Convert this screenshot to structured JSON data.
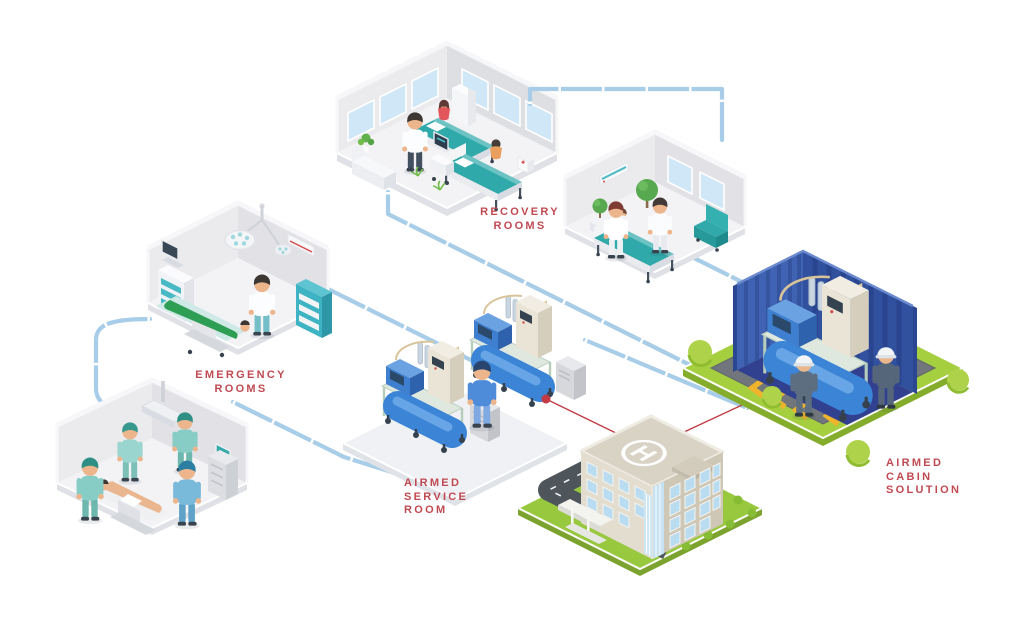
{
  "labels": {
    "recovery_rooms": {
      "lines": [
        "RECOVERY",
        "ROOMS"
      ]
    },
    "emergency_rooms": {
      "lines": [
        "EMERGENCY",
        "ROOMS"
      ]
    },
    "airmed_service_room": {
      "lines": [
        "AIRMED",
        "SERVICE",
        "ROOM"
      ]
    },
    "airmed_cabin_solution": {
      "lines": [
        "AIRMED",
        "CABIN",
        "SOLUTION"
      ]
    }
  },
  "helipad_letter": "H",
  "colors": {
    "background": "#ffffff",
    "label_red": "#c04a52",
    "pipe_blue": "#a8cde8",
    "link_red": "#c13a44",
    "teal_bed": "#2fa9a9",
    "container_blue": "#3f62b2",
    "platform_green": "#a6cf3f",
    "lawn_green": "#97c83e",
    "road_gray": "#4e565c",
    "hazard_yellow": "#f0b42c",
    "machine_blue": "#3e86d6",
    "building_beige": "#ddd6c7",
    "wall_gray": "#ebebee",
    "window_blue": "#cfe7f6"
  },
  "scene": {
    "zones": [
      {
        "id": "recovery-rooms",
        "description": "Two recovery rooms: patients in teal beds with doctor and nurses"
      },
      {
        "id": "emergency-rooms",
        "description": "Operating room with surgical lamp and exam room with medical team"
      },
      {
        "id": "airmed-service-room",
        "description": "Two AirMed compressor units with technician on a platform"
      },
      {
        "id": "hospital-building",
        "description": "Hospital building with rooftop helipad marked H"
      },
      {
        "id": "airmed-cabin-solution",
        "description": "Open blue container with AirMed compressor unit and two workers on green pad"
      }
    ],
    "connections": {
      "pipes": "light blue gas lines linking rooms, service room and cabin",
      "red_links": "red lines from helipad to AirMed service room and cabin"
    }
  }
}
